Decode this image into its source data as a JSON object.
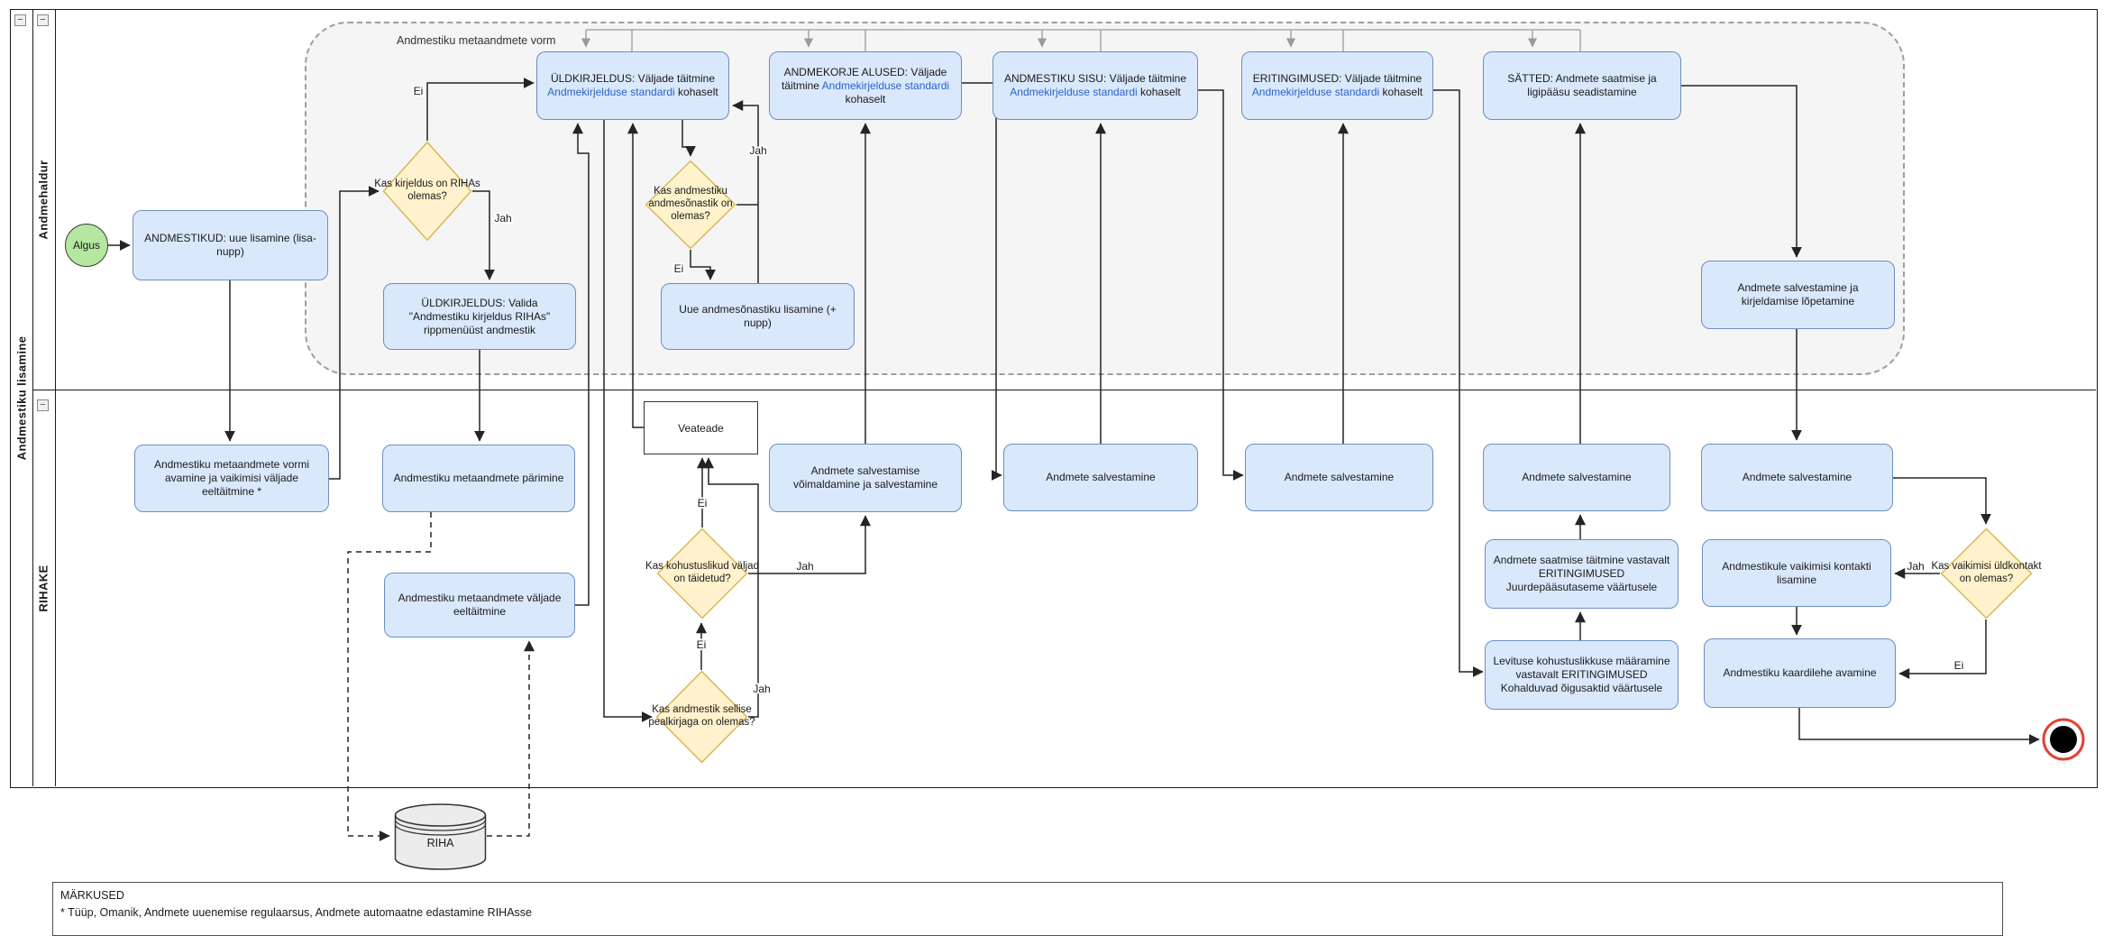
{
  "pool": {
    "title": "Andmestiku lisamine",
    "lane_top": "Andmehaldur",
    "lane_bottom": "RIHAKE",
    "collapse_glyph": "−"
  },
  "container": {
    "label": "Andmestiku metaandmete vorm"
  },
  "nodes": {
    "start": {
      "label": "Algus"
    },
    "a1": {
      "label": "ANDMESTIKUD: uue lisamine (lisa-nupp)"
    },
    "d1": {
      "label": "Kas kirjeldus on RIHAs olemas?"
    },
    "b1": {
      "pre": "ÜLDKIRJELDUS: Väljade täitmine ",
      "link": "Andmekirjelduse standardi",
      "post": " kohaselt"
    },
    "b2": {
      "pre": "ANDMEKORJE ALUSED: Väljade täitmine ",
      "link": "Andmekirjelduse standardi",
      "post": " kohaselt"
    },
    "b3": {
      "pre": "ANDMESTIKU SISU: Väljade täitmine ",
      "link": "Andmekirjelduse standardi",
      "post": " kohaselt"
    },
    "b4": {
      "pre": "ERITINGIMUSED: Väljade täitmine ",
      "link": "Andmekirjelduse standardi",
      "post": " kohaselt"
    },
    "b5": {
      "label": "SÄTTED: Andmete saatmise ja ligipääsu seadistamine"
    },
    "b6": {
      "label": "ÜLDKIRJELDUS: Valida \"Andmestiku kirjeldus RIHAs\" rippmenüüst andmestik"
    },
    "b7": {
      "label": "Uue andmesõnastiku lisamine (+ nupp)"
    },
    "b8": {
      "label": "Andmete salvestamine ja kirjeldamise lõpetamine"
    },
    "d2": {
      "label": "Kas andmestiku andmesõnastik on olemas?"
    },
    "veateade": {
      "label": "Veateade"
    },
    "d3": {
      "label": "Kas kohustuslikud väljad on täidetud?"
    },
    "d3b": {
      "label": "Kas andmestik sellise pealkirjaga on olemas?"
    },
    "d4": {
      "label": "Kas vaikimisi üldkontakt on olemas?"
    },
    "r1": {
      "label": "Andmestiku metaandmete vormi avamine ja vaikimisi väljade eeltäitmine *"
    },
    "r2": {
      "label": "Andmestiku metaandmete pärimine"
    },
    "r3": {
      "label": "Andmestiku metaandmete väljade eeltäitmine"
    },
    "r4": {
      "label": "Andmete salvestamise võimaldamine ja salvestamine"
    },
    "r5": {
      "label": "Andmete salvestamine"
    },
    "r6": {
      "label": "Andmete salvestamine"
    },
    "r7": {
      "label": "Andmete salvestamine"
    },
    "r8": {
      "label": "Andmete salvestamine"
    },
    "rr1": {
      "label": "Andmete saatmise täitmine vastavalt ERITINGIMUSED Juurdepääsutaseme väärtusele"
    },
    "rr2": {
      "label": "Levituse kohustuslikkuse määramine vastavalt ERITINGIMUSED Kohalduvad õigusaktid väärtusele"
    },
    "rr3": {
      "label": "Andmestikule vaikimisi kontakti lisamine"
    },
    "rr4": {
      "label": "Andmestiku kaardilehe avamine"
    },
    "riha": {
      "label": "RIHA"
    }
  },
  "edge_labels": {
    "d1_ei": "Ei",
    "d1_jah": "Jah",
    "d2_ei": "Ei",
    "d2_jah": "Jah",
    "d3_ei": "Ei",
    "d3_jah": "Jah",
    "d3b_ei": "Ei",
    "d3b_jah": "Jah",
    "d4_ei": "Ei",
    "d4_jah": "Jah"
  },
  "notes": {
    "title": "MÄRKUSED",
    "body": "* Tüüp, Omanik, Andmete uuenemise regulaarsus, Andmete automaatne edastamine RIHAsse"
  },
  "colors": {
    "task_fill": "#dae8fc",
    "task_border": "#6c8ebf",
    "decision_fill": "#fff2cc",
    "decision_border": "#d6b656",
    "start_fill": "#b5e7a0",
    "link": "#2b62c9",
    "end_ring": "#e34234",
    "container_fill": "#f5f5f5"
  }
}
